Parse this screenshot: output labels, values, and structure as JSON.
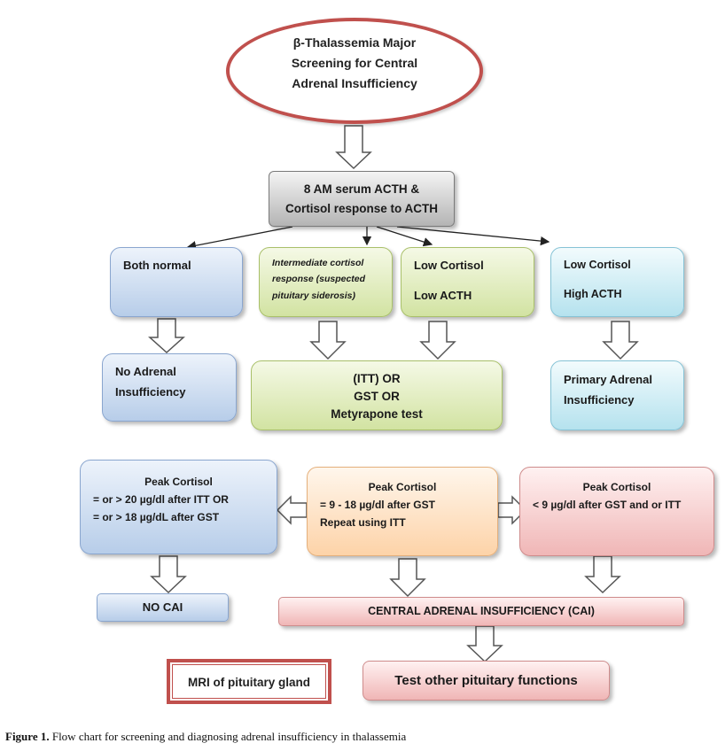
{
  "start": {
    "lines": [
      "β-Thalassemia Major",
      "Screening for Central",
      "Adrenal Insufficiency"
    ]
  },
  "acth_test": {
    "lines": [
      "8 AM serum ACTH &",
      "Cortisol response to ACTH"
    ]
  },
  "both_normal": {
    "text": "Both normal"
  },
  "intermediate": {
    "lines": [
      "Intermediate cortisol",
      "response (suspected",
      "pituitary siderosis)"
    ]
  },
  "low_low": {
    "line1": "Low Cortisol",
    "line2": "Low ACTH"
  },
  "low_high": {
    "line1": "Low Cortisol",
    "line2": "High ACTH"
  },
  "no_adrenal": {
    "lines": [
      "No Adrenal",
      "Insufficiency"
    ]
  },
  "tests": {
    "lines": [
      "(ITT)  OR",
      "GST  OR",
      "Metyrapone test"
    ]
  },
  "primary": {
    "lines": [
      "Primary Adrenal",
      "Insufficiency"
    ]
  },
  "peak_normal": {
    "title": "Peak Cortisol",
    "lines": [
      "=  or > 20 µg/dl after ITT  OR",
      "= or > 18 µg/dL after GST"
    ]
  },
  "peak_mid": {
    "title": "Peak Cortisol",
    "lines": [
      "= 9 - 18 µg/dl after GST",
      "Repeat using ITT"
    ]
  },
  "peak_low": {
    "title": "Peak Cortisol",
    "lines": [
      "< 9 µg/dl after GST and or ITT"
    ]
  },
  "no_cai": {
    "text": "NO CAI"
  },
  "cai": {
    "text": "CENTRAL ADRENAL INSUFFICIENCY (CAI)"
  },
  "mri": {
    "text": "MRI of pituitary gland"
  },
  "other": {
    "text": "Test other pituitary functions"
  },
  "caption": {
    "label": "Figure 1.",
    "text": " Flow chart for screening and diagnosing adrenal insufficiency in thalassemia"
  },
  "colors": {
    "start_border": "#c0504d",
    "mri_border": "#c0504d",
    "blue": "#b7cde9",
    "green": "#d2e3a2",
    "cyan": "#b5e2ee",
    "orange": "#fdd3a8",
    "pink": "#f0b6b6",
    "grey": "#b4b4b4"
  }
}
